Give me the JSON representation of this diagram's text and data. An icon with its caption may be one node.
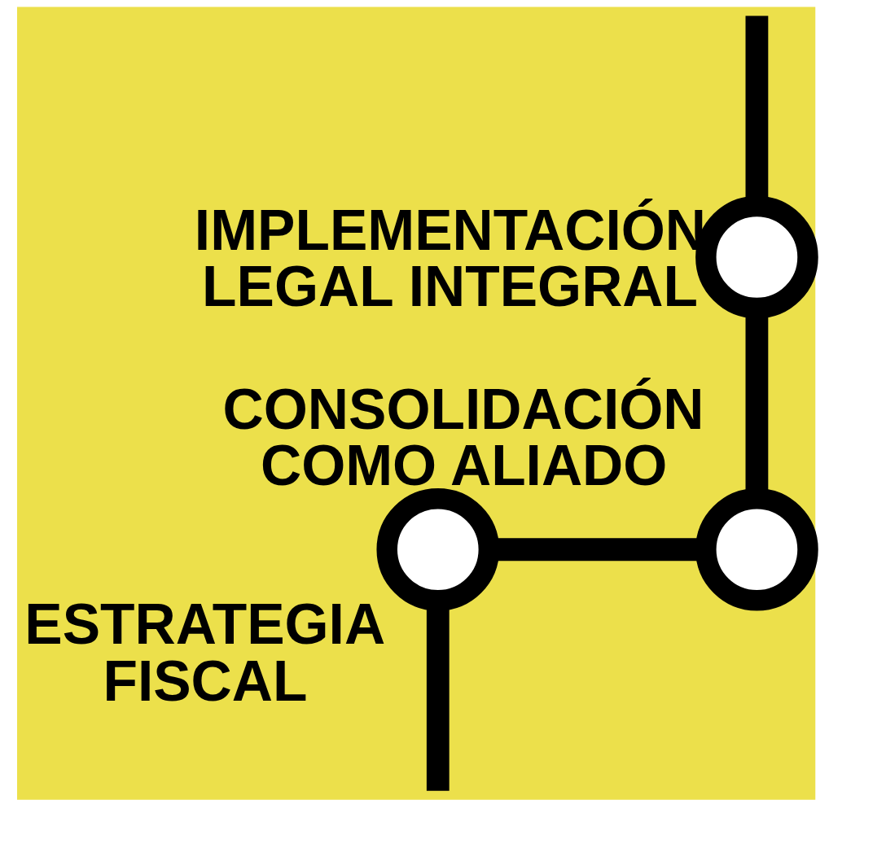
{
  "diagram": {
    "nodes": [
      {
        "text": [],
        "shape": "circle",
        "beside": [
          "ESTRATEGIA FISCAL"
        ]
      },
      {
        "text": [],
        "shape": "circle",
        "beside": [
          "CONSOLIDACIÓN COMO ALIADO"
        ]
      },
      {
        "text": [],
        "shape": "circle",
        "beside": [
          "IMPLEMENTACIÓN LEGAL INTEGRAL"
        ]
      }
    ],
    "edges": [
      {
        "from": null,
        "to": 0,
        "arrow": "none"
      },
      {
        "from": 0,
        "to": 1,
        "arrow": "none"
      },
      {
        "from": 1,
        "to": 2,
        "arrow": "none"
      },
      {
        "from": 2,
        "to": null,
        "arrow": "none"
      }
    ]
  }
}
